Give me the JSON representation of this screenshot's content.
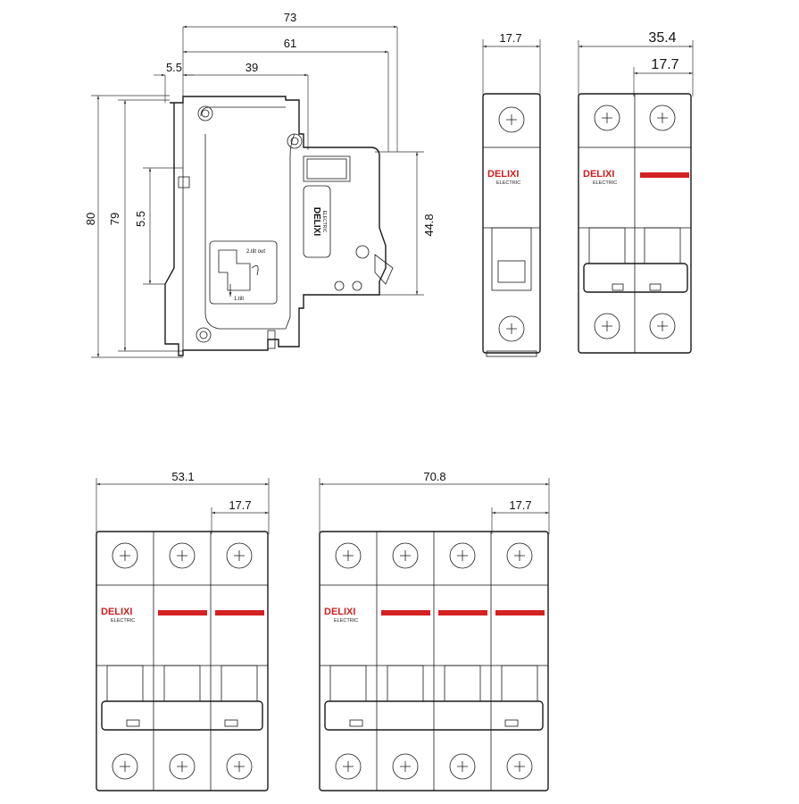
{
  "side_view": {
    "dim_total_depth": "73",
    "dim_depth_61": "61",
    "dim_depth_39": "39",
    "dim_offset": "5.5",
    "dim_height_80": "80",
    "dim_height_79": "79",
    "dim_left_5_5": "5.5",
    "dim_right_44_8": "44.8",
    "brand_vertical": "DELIXI",
    "brand_vertical_sub": "ELECTRIC",
    "step_out_label": "2.tilt out",
    "step_in_label": "1.tilt"
  },
  "front_1p": {
    "dim_width": "17.7",
    "brand": "DELIXI",
    "brand_sub": "ELECTRIC"
  },
  "front_2p": {
    "dim_total": "35.4",
    "dim_pole": "17.7",
    "brand": "DELIXI",
    "brand_sub": "ELECTRIC"
  },
  "front_3p": {
    "dim_total": "53.1",
    "dim_pole": "17.7",
    "brand": "DELIXI",
    "brand_sub": "ELECTRIC"
  },
  "front_4p": {
    "dim_total": "70.8",
    "dim_pole": "17.7",
    "brand": "DELIXI",
    "brand_sub": "ELECTRIC"
  },
  "colors": {
    "accent_red": "#d42222",
    "line": "#1a1a1a"
  }
}
